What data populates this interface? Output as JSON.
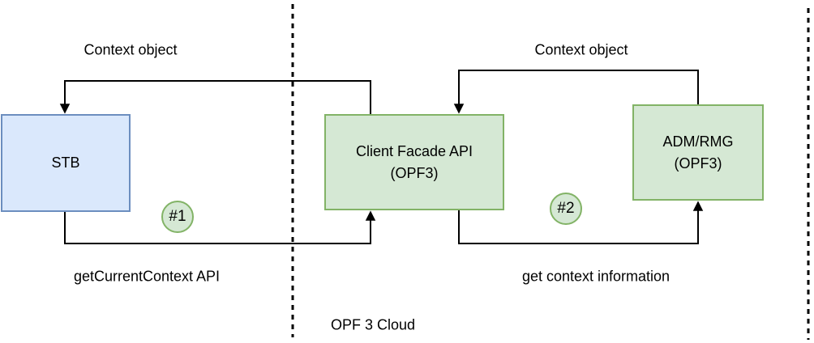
{
  "diagram": {
    "region_label": "OPF 3 Cloud",
    "colors": {
      "blue_fill": "#dae8fc",
      "blue_border": "#6c8ebf",
      "green_fill": "#d5e8d4",
      "green_border": "#82b366",
      "line": "#000000",
      "background": "#ffffff"
    },
    "nodes": {
      "stb": {
        "label": "STB"
      },
      "client_facade": {
        "label": "Client Facade API\n(OPF3)"
      },
      "adm_rmg": {
        "label": "ADM/RMG\n(OPF3)"
      }
    },
    "edges": {
      "context_object_left": {
        "label": "Context object"
      },
      "context_object_right": {
        "label": "Context object"
      },
      "get_current_context": {
        "label": "getCurrentContext API",
        "badge": "#1"
      },
      "get_context_information": {
        "label": "get context information",
        "badge": "#2"
      }
    }
  }
}
